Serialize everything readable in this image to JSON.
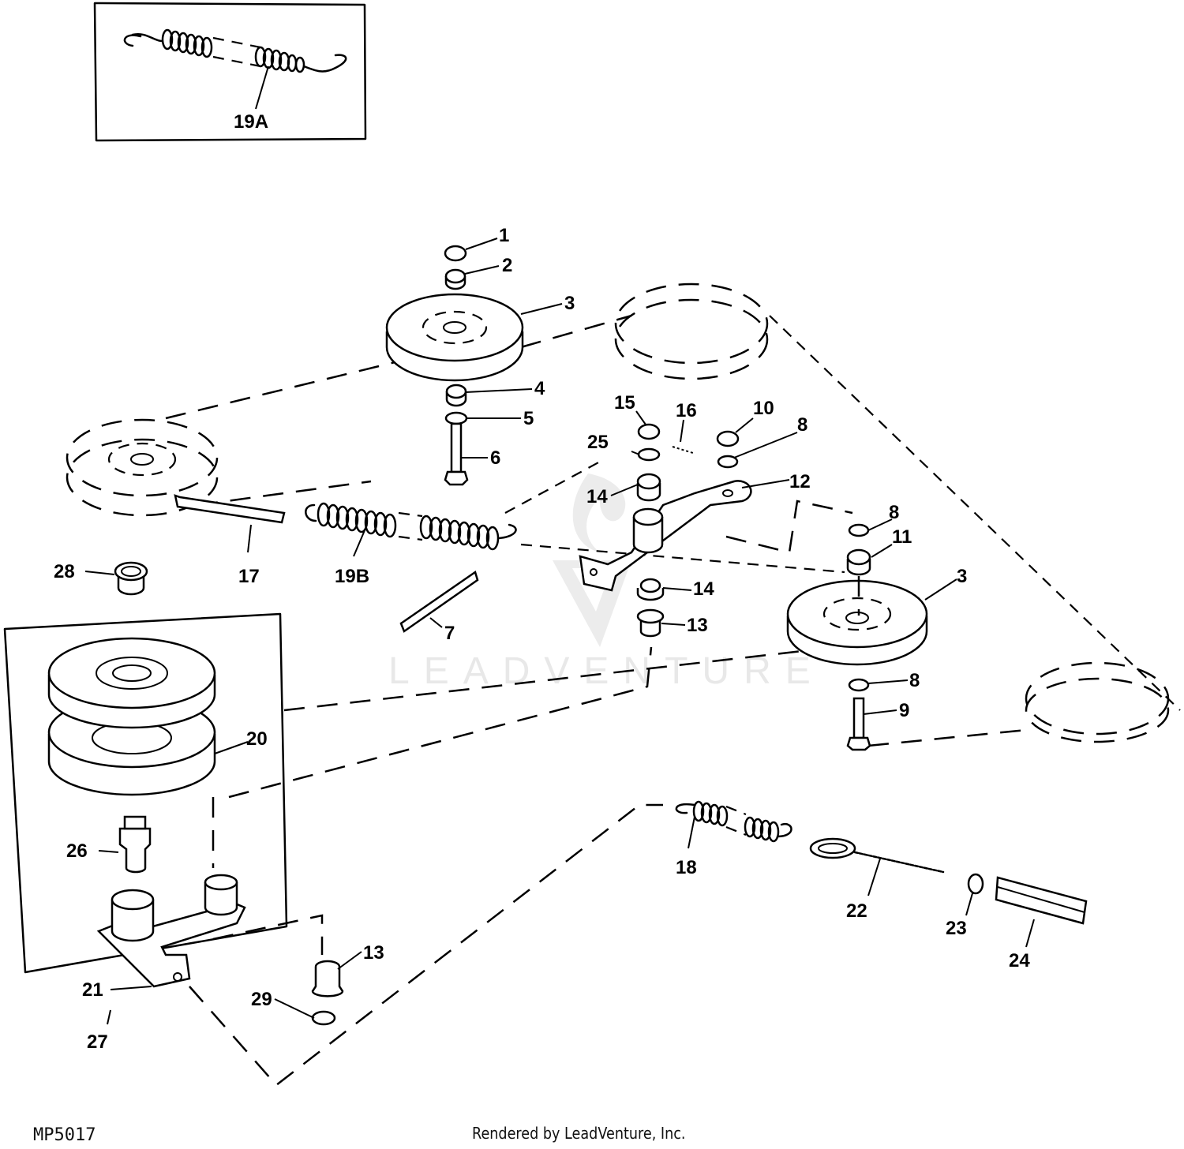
{
  "diagram": {
    "figure_id": "MP5017",
    "credit": "Rendered by LeadVenture, Inc.",
    "watermark": "LEADVENTURE",
    "inset_top": {
      "callout": "19A"
    },
    "inset_left": {
      "callouts": [
        "20",
        "26",
        "21",
        "27"
      ]
    },
    "callouts": [
      {
        "id": "1",
        "part": "nut"
      },
      {
        "id": "2",
        "part": "spacer"
      },
      {
        "id": "3",
        "part": "idler-pulley-upper"
      },
      {
        "id": "4",
        "part": "spacer"
      },
      {
        "id": "5",
        "part": "washer"
      },
      {
        "id": "6",
        "part": "bolt"
      },
      {
        "id": "7",
        "part": "key-rod"
      },
      {
        "id": "8",
        "part": "washer"
      },
      {
        "id": "8",
        "part": "washer-lower"
      },
      {
        "id": "8",
        "part": "washer-bottom"
      },
      {
        "id": "9",
        "part": "bolt"
      },
      {
        "id": "10",
        "part": "nut"
      },
      {
        "id": "11",
        "part": "spacer"
      },
      {
        "id": "12",
        "part": "idler-arm"
      },
      {
        "id": "13",
        "part": "bushing"
      },
      {
        "id": "13",
        "part": "bushing-lower"
      },
      {
        "id": "14",
        "part": "bushing-upper"
      },
      {
        "id": "14",
        "part": "bushing-middle"
      },
      {
        "id": "15",
        "part": "nut"
      },
      {
        "id": "16",
        "part": "pin"
      },
      {
        "id": "17",
        "part": "belt-guide"
      },
      {
        "id": "18",
        "part": "spring"
      },
      {
        "id": "19B",
        "part": "spring"
      },
      {
        "id": "3",
        "part": "idler-pulley-lower"
      },
      {
        "id": "22",
        "part": "eyebolt"
      },
      {
        "id": "23",
        "part": "nut"
      },
      {
        "id": "24",
        "part": "coupler"
      },
      {
        "id": "25",
        "part": "washer"
      },
      {
        "id": "28",
        "part": "bushing"
      },
      {
        "id": "29",
        "part": "washer"
      }
    ]
  }
}
